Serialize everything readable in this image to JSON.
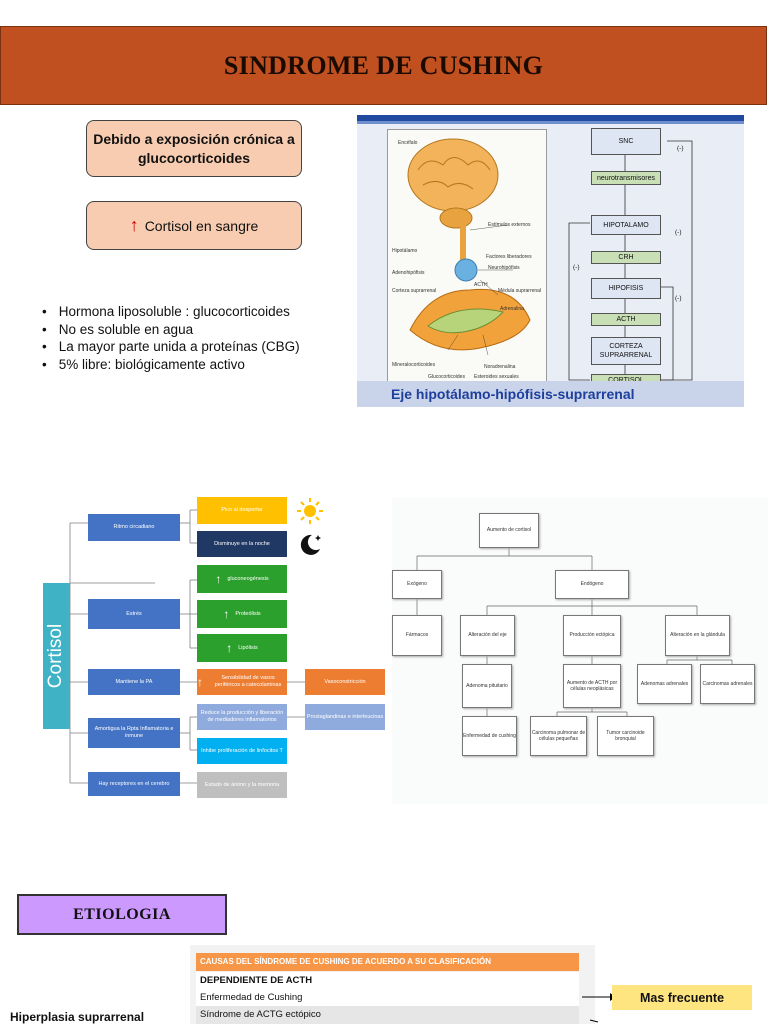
{
  "header": {
    "title": "SINDROME DE CUSHING"
  },
  "boxes": {
    "exposure": "Debido a exposición crónica a glucocorticoides",
    "cortisol": "Cortisol en sangre",
    "cortisol_arrow": "↑"
  },
  "bullets": [
    "Hormona liposoluble : glucocorticoides",
    "No es soluble en agua",
    "La mayor parte unida a proteínas (CBG)",
    "5% libre: biológicamente activo"
  ],
  "hpa": {
    "caption": "Eje hipotálamo-hipófisis-suprarrenal",
    "illustration_labels": [
      "Encéfalo",
      "Estímulos externos",
      "Hipotálamo",
      "Factores liberadores",
      "Neurohipófisis",
      "Adenohipófisis",
      "ACTH",
      "Corteza suprarrenal",
      "Médula suprarrenal",
      "Adrenalina",
      "Mineralocorticoides",
      "Glucocorticoides",
      "Noradrenalina",
      "Esteroides sexuales"
    ],
    "flow": [
      "SNC",
      "neurotransmisores",
      "HIPOTALAMO",
      "CRH",
      "HIPOFISIS",
      "ACTH",
      "CORTEZA SUPRARRENAL",
      "CORTISOL"
    ],
    "feedback": "(-)"
  },
  "mindmap": {
    "root": "Cortisol",
    "branches": {
      "ritmo": "Ritmo circadiano",
      "estres": "Estrés",
      "pa": "Mantiene la PA",
      "amortigua": "Amortigua la Rpta Inflamatoria e inmune",
      "receptores": "Hay receptores en el cerebro"
    },
    "leaves": {
      "pico": "Pico al despertar",
      "disminuye": "Disminuye en la noche",
      "gluco": "gluconeogénesis",
      "proteo": "Proteólisis",
      "lipo": "Lipólisis",
      "sensibilidad": "Sensibilidad de vasos periféricos a catecolaminas",
      "vaso": "Vasoconstricción",
      "reduce": "Reduce la producción y liberación de mediadores inflamatorios",
      "prosta": "Prostaglandinas e interleucinas",
      "inhibe": "Inhibe proliferación de linfocitos T",
      "estado": "Estado de ánimo y la memoria"
    },
    "up_arrow": "↑",
    "colors": {
      "blue": "#4472c4",
      "yellow": "#ffc000",
      "green": "#2ca02c",
      "orange": "#ed7d31",
      "cyan": "#00b0f0"
    }
  },
  "tree": {
    "root": "Aumento de cortisol",
    "exo": "Exógeno",
    "endo": "Endógeno",
    "farmacos": "Fármacos",
    "eje": "Alteración del eje",
    "ectopica": "Producción ectópica",
    "glandula": "Alteración en la glándula",
    "adenoma": "Adenoma pituitario",
    "acth_neo": "Aumento de ACTH por células neoplásicas",
    "adenomas": "Adenomas adrenales",
    "carcinomas": "Carcinomas adrenales",
    "cushing": "Enfermedad de cushing",
    "carcinoma_pulm": "Carcinoma pulmonar de células pequeñas",
    "tumor": "Tumor carcinoide bronquial"
  },
  "etiologia": {
    "title": "ETIOLOGIA",
    "table_header": "CAUSAS DEL SÍNDROME DE CUSHING DE ACUERDO A SU CLASIFICACIÓN",
    "rows": [
      "DEPENDIENTE DE ACTH",
      "Enfermedad de Cushing",
      "Síndrome de ACTG ectópico"
    ],
    "callout": "Mas frecuente",
    "side_label": "Hiperplasia suprarrenal"
  }
}
